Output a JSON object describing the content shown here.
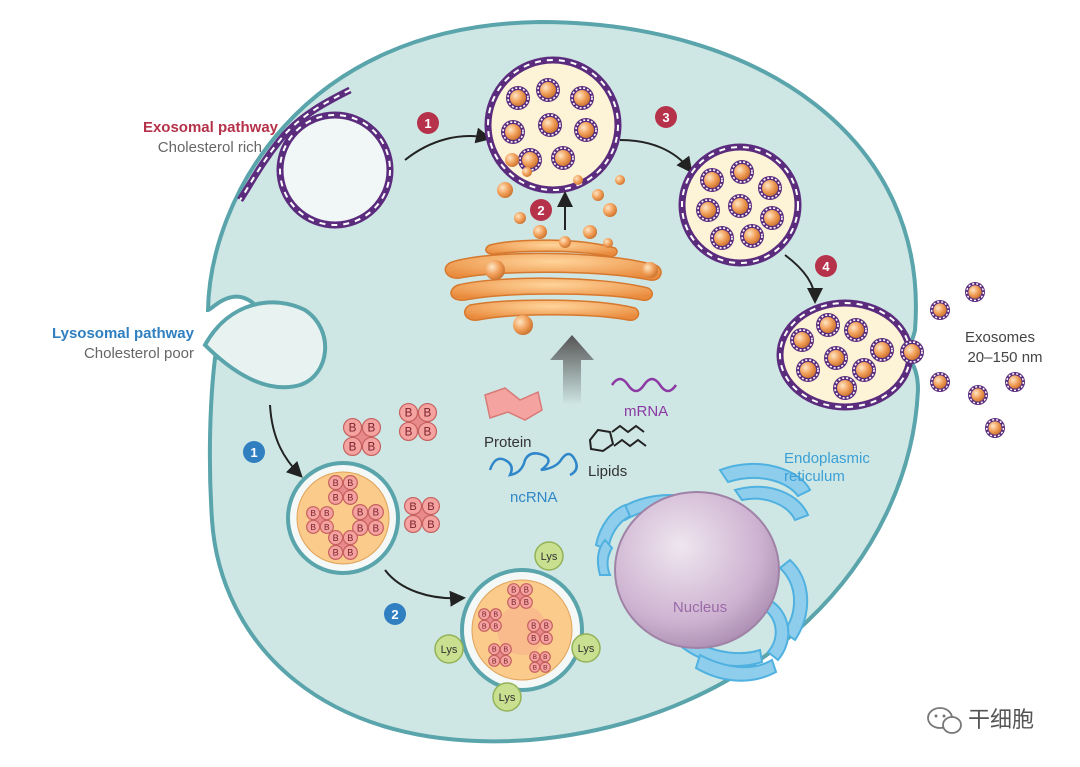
{
  "exosomal": {
    "title": "Exosomal pathway",
    "subtitle": "Cholesterol rich"
  },
  "lysosomal": {
    "title": "Lysosomal pathway",
    "subtitle": "Cholesterol poor"
  },
  "steps_exo": [
    "1",
    "2",
    "3",
    "4"
  ],
  "steps_lyso": [
    "1",
    "2"
  ],
  "cargo": {
    "protein": "Protein",
    "mrna": "mRNA",
    "lipids": "Lipids",
    "ncrna": "ncRNA"
  },
  "exosomes": {
    "line1": "Exosomes",
    "line2": "20–150 nm"
  },
  "er": {
    "line1": "Endoplasmic",
    "line2": "reticulum"
  },
  "nucleus": "Nucleus",
  "lys_label": "Lys",
  "b_label": "B",
  "watermark": "干细胞",
  "colors": {
    "cell_fill": "#cfe7e4",
    "cell_stroke": "#5aa4ab",
    "exo_red": "#b5324a",
    "lyso_blue": "#2f7fc1",
    "vesicle_purple": "#5b2c7d",
    "golgi": "#f3a45a",
    "er_blue": "#4fb1e0"
  }
}
